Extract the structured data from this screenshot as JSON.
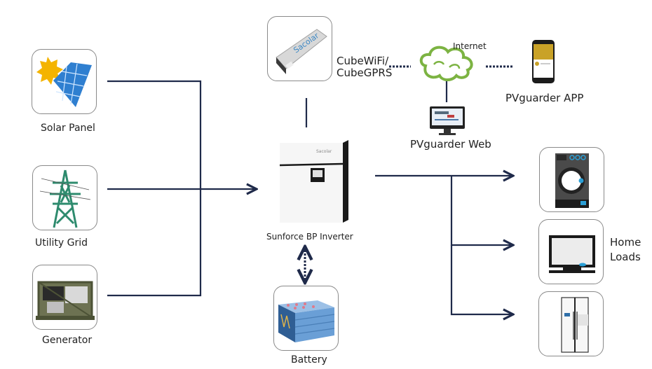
{
  "diagram": {
    "sources": [
      {
        "id": "solar",
        "label": "Solar Panel",
        "icon": "solar-panel-icon"
      },
      {
        "id": "grid",
        "label": "Utility Grid",
        "icon": "power-tower-icon"
      },
      {
        "id": "generator",
        "label": "Generator",
        "icon": "generator-icon"
      }
    ],
    "inverter": {
      "label": "Sunforce BP Inverter",
      "icon": "inverter-icon",
      "brand_mark": "Sacolar"
    },
    "battery": {
      "label": "Battery",
      "icon": "battery-pack-icon"
    },
    "monitoring": {
      "dongle": {
        "label_line1": "CubeWiFi/",
        "label_line2": "CubeGPRS",
        "icon": "wifi-dongle-icon"
      },
      "internet": {
        "label": "Internet",
        "icon": "cloud-icon"
      },
      "app": {
        "label": "PVguarder APP",
        "icon": "smartphone-icon"
      },
      "web": {
        "label": "PVguarder Web",
        "icon": "monitor-icon"
      }
    },
    "loads": {
      "label_line1": "Home",
      "label_line2": "Loads",
      "items": [
        {
          "id": "washer",
          "icon": "washing-machine-icon"
        },
        {
          "id": "tv",
          "icon": "television-icon"
        },
        {
          "id": "fridge",
          "icon": "refrigerator-icon"
        }
      ]
    },
    "colors": {
      "line": "#1f2a4a",
      "cloud": "#7cb342",
      "grid_tower": "#2e8b6e",
      "panel_blue": "#2f7fd0",
      "sun": "#f4b400",
      "washer_body": "#4a4a4a",
      "accent_blue": "#2a9fd6"
    }
  }
}
